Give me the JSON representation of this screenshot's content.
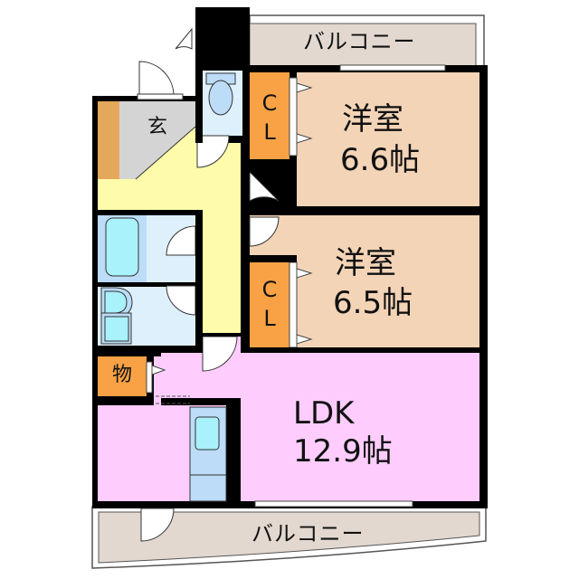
{
  "floor_plan": {
    "colors": {
      "wall": "#000000",
      "balcony": "#e2d8d0",
      "western_room": "#f3d4b7",
      "closet": "#f8a245",
      "entrance": "#d4d4d4",
      "shoe_cabinet": "#e4a85a",
      "hallway": "#fefcaa",
      "toilet_bath": "#dff0fd",
      "fixture_blue": "#bcdcf7",
      "fixture_cyan": "#a9f1fb",
      "ldk": "#fecdfe",
      "storage": "#f8a245"
    },
    "rooms": {
      "balcony_top": {
        "label": "バルコニー"
      },
      "balcony_bottom": {
        "label": "バルコニー"
      },
      "entrance": {
        "label": "玄"
      },
      "western_room_1": {
        "name": "洋室",
        "size": "6.6帖"
      },
      "western_room_2": {
        "name": "洋室",
        "size": "6.5帖"
      },
      "closet_1": {
        "line1": "C",
        "line2": "L"
      },
      "closet_2": {
        "line1": "C",
        "line2": "L"
      },
      "storage": {
        "label": "物"
      },
      "ldk": {
        "name": "LDK",
        "size": "12.9帖"
      }
    }
  }
}
